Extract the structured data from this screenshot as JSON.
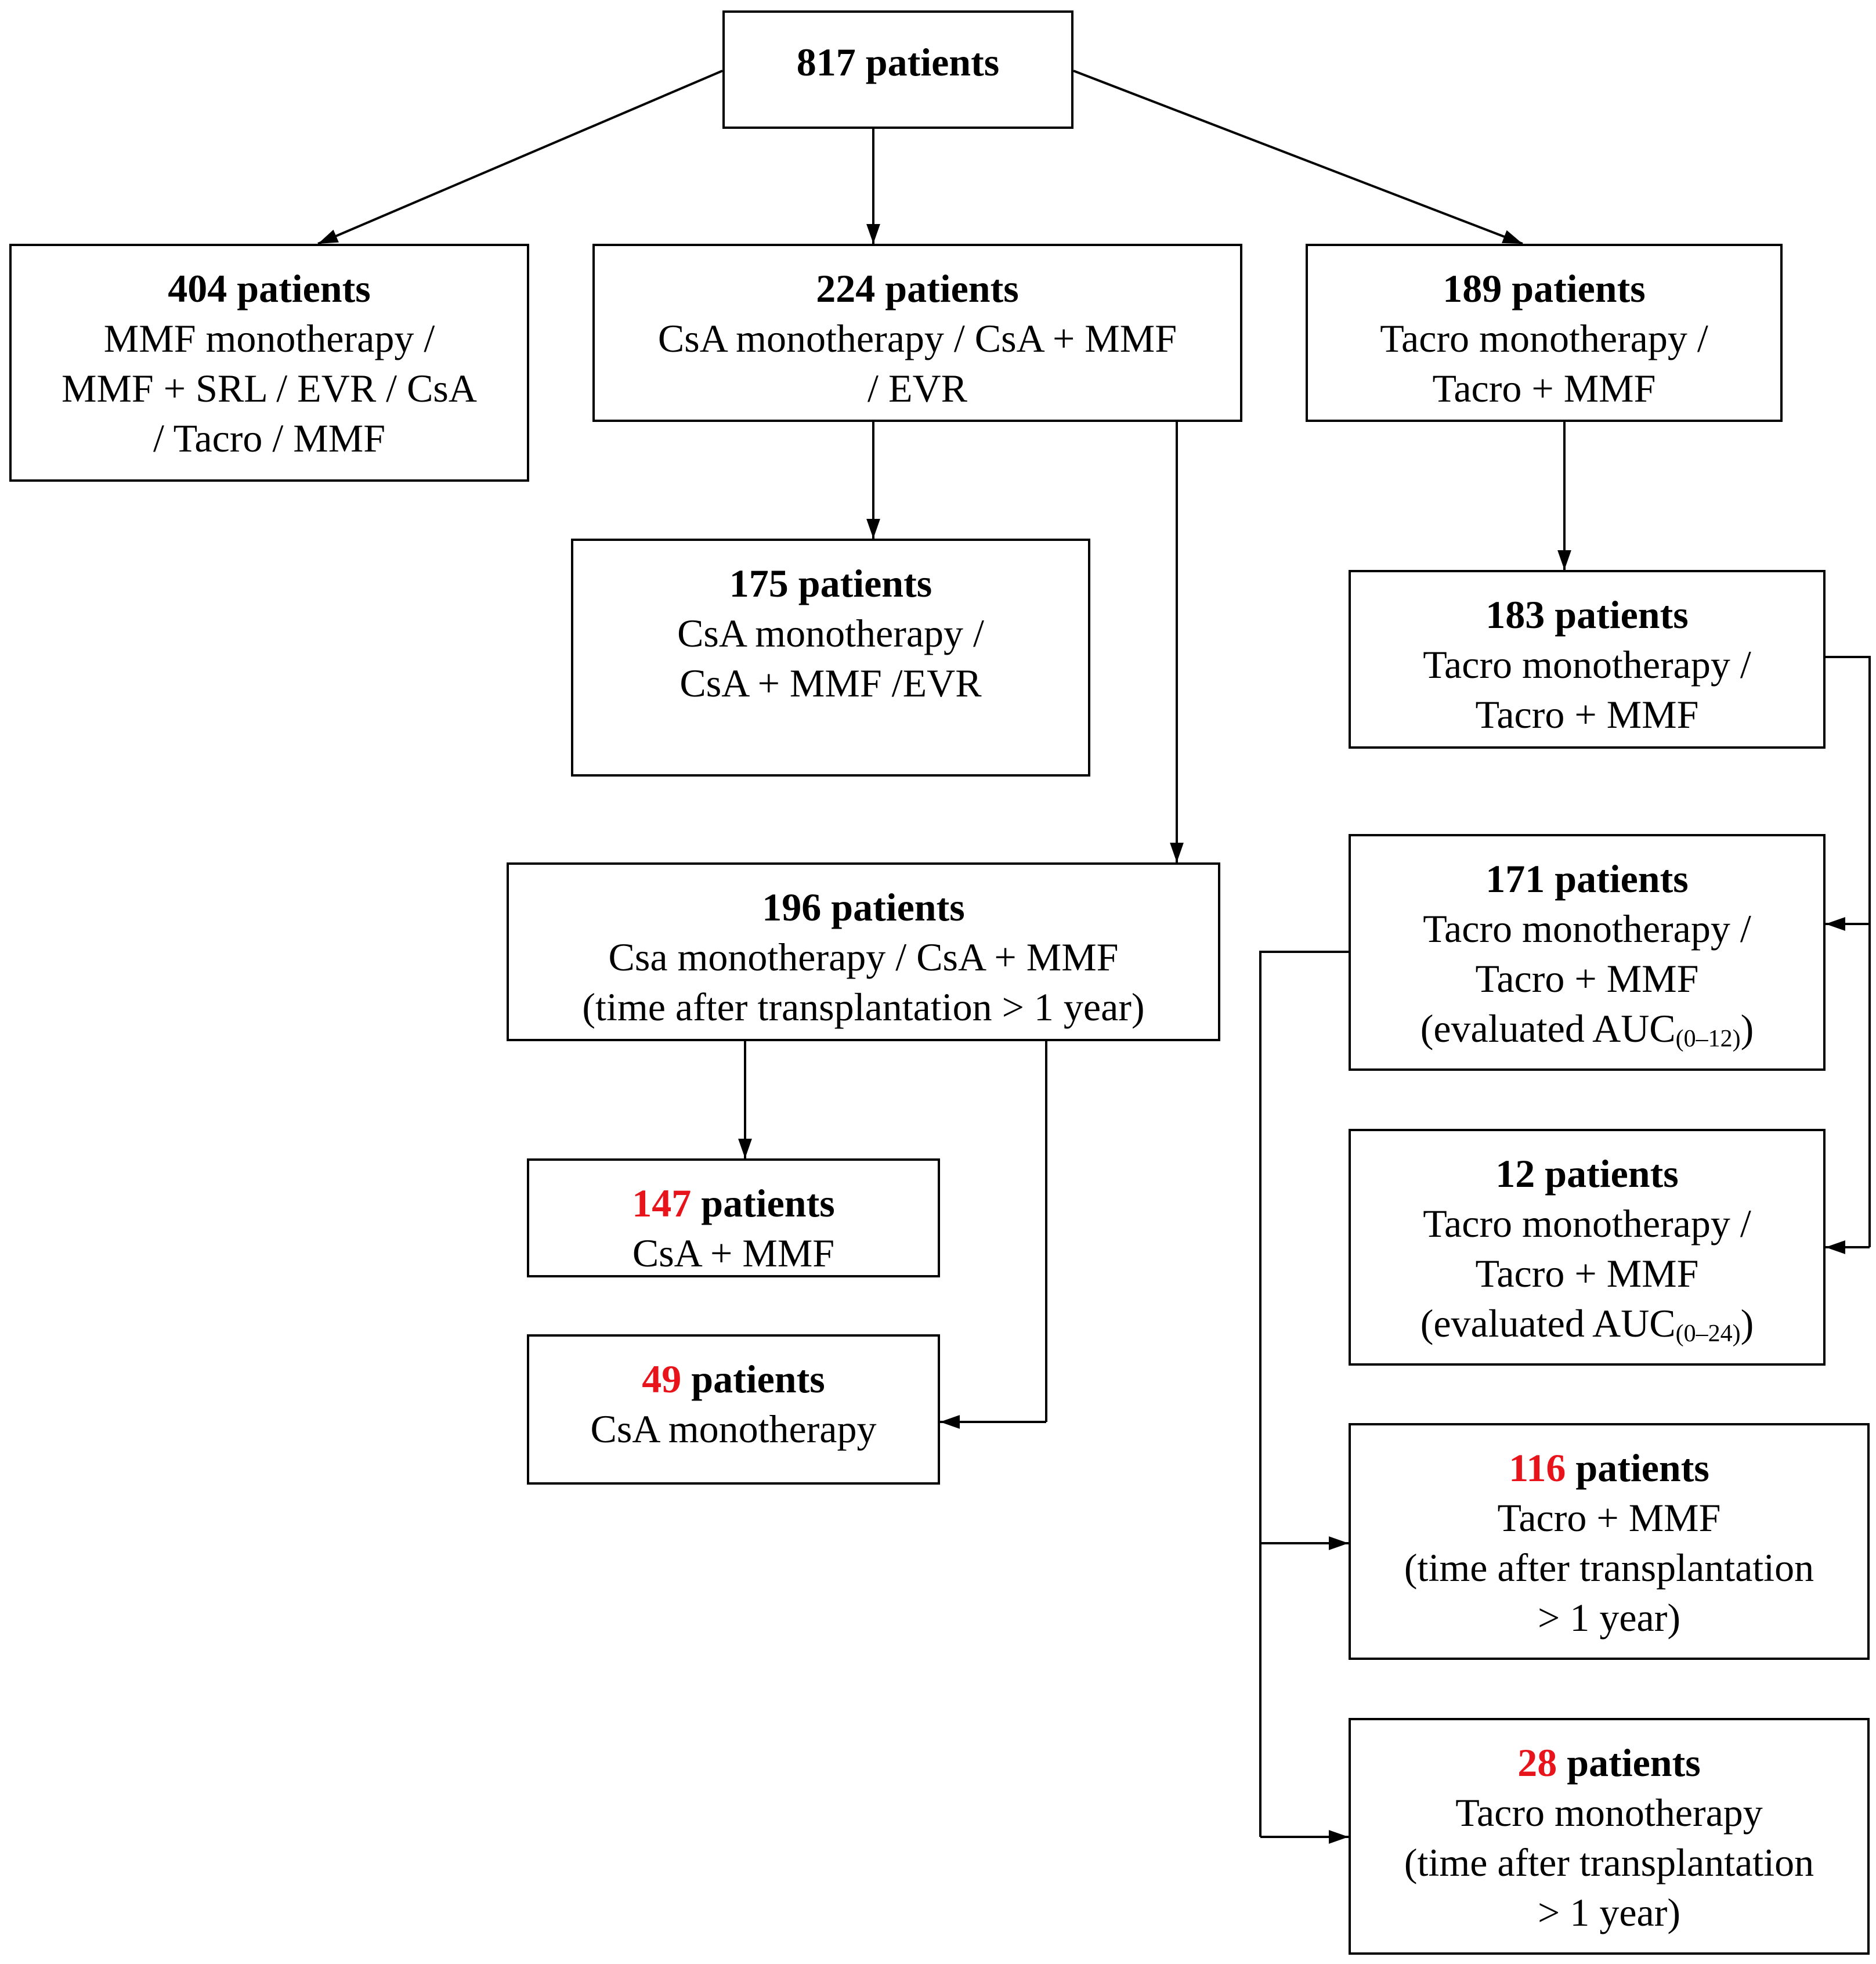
{
  "colors": {
    "line": "#000000",
    "highlight": "#e8141b"
  },
  "boxes": {
    "b817": {
      "count": "817",
      "word": "patients",
      "lines": []
    },
    "b404": {
      "count": "404",
      "word": "patients",
      "lines": [
        "MMF monotherapy /",
        "MMF + SRL / EVR / CsA",
        "/ Tacro / MMF"
      ]
    },
    "b224": {
      "count": "224",
      "word": "patients",
      "lines": [
        "CsA monotherapy / CsA + MMF",
        "/ EVR"
      ]
    },
    "b189": {
      "count": "189",
      "word": "patients",
      "lines": [
        "Tacro monotherapy /",
        "Tacro + MMF"
      ]
    },
    "b175": {
      "count": "175",
      "word": "patients",
      "lines": [
        "CsA monotherapy /",
        "CsA + MMF /EVR"
      ]
    },
    "b183": {
      "count": "183",
      "word": "patients",
      "lines": [
        "Tacro monotherapy /",
        "Tacro + MMF"
      ]
    },
    "b196": {
      "count": "196",
      "word": "patients",
      "lines": [
        "Csa monotherapy / CsA + MMF",
        "(time after transplantation > 1 year)"
      ]
    },
    "b171": {
      "count": "171",
      "word": "patients",
      "lines": [
        "Tacro monotherapy /",
        "Tacro + MMF"
      ],
      "auc_prefix": "(evaluated AUC",
      "auc_sub": "(0–12)",
      "auc_suffix": ")"
    },
    "b147": {
      "count": "147",
      "word": "patients",
      "lines": [
        "CsA + MMF"
      ]
    },
    "b12": {
      "count": "12",
      "word": "patients",
      "lines": [
        "Tacro monotherapy /",
        "Tacro + MMF"
      ],
      "auc_prefix": "(evaluated AUC",
      "auc_sub": "(0–24)",
      "auc_suffix": ")"
    },
    "b49": {
      "count": "49",
      "word": "patients",
      "lines": [
        "CsA monotherapy"
      ]
    },
    "b116": {
      "count": "116",
      "word": "patients",
      "lines": [
        "Tacro + MMF",
        "(time after transplantation",
        "> 1 year)"
      ]
    },
    "b28": {
      "count": "28",
      "word": "patients",
      "lines": [
        "Tacro monotherapy",
        "(time after transplantation",
        "> 1 year)"
      ]
    }
  }
}
